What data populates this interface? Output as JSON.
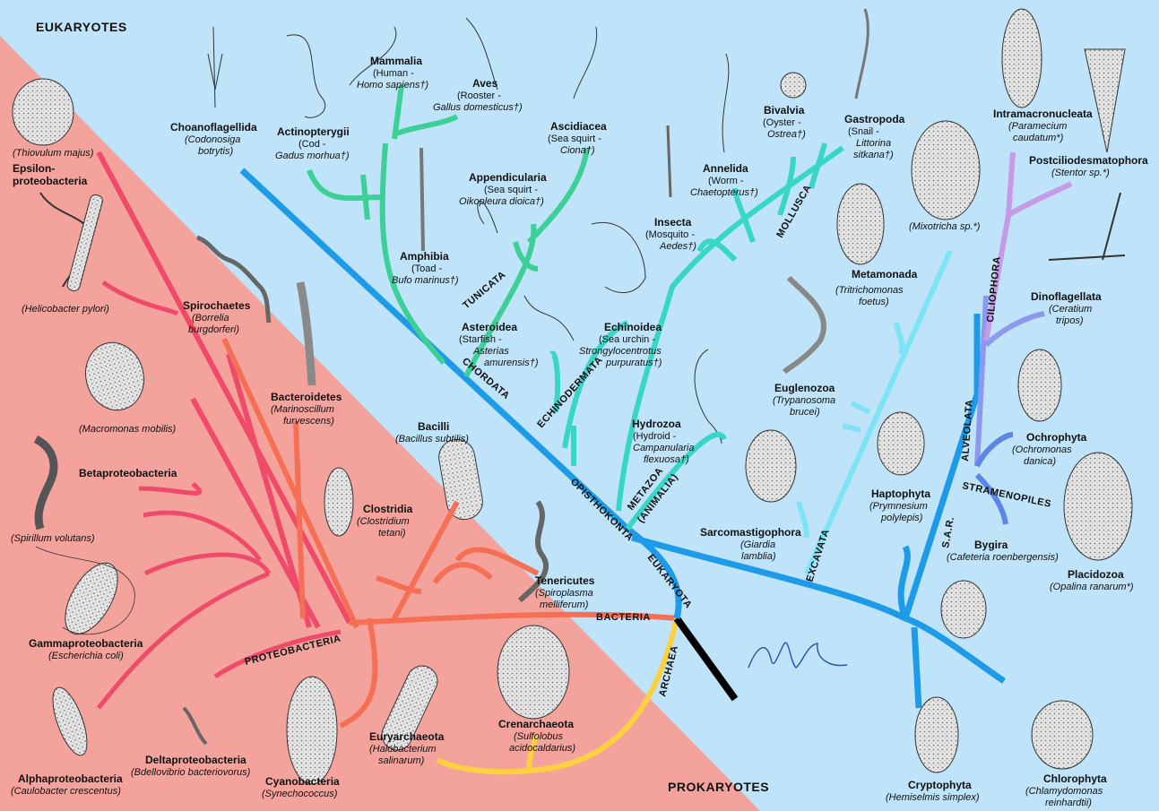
{
  "domains": {
    "eukaryotes": "EUKARYOTES",
    "prokaryotes": "PROKARYOTES"
  },
  "colors": {
    "eukaryote_bg": "#bfe3f8",
    "prokaryote_bg": "#f3a39c",
    "proteobacteria": "#ef4a6a",
    "bacteria": "#f56f55",
    "archaea": "#fcd03e",
    "root": "#000000",
    "eukaryota": "#1e9be8",
    "chordata": "#3ccf96",
    "metazoa": "#38d6c6",
    "excavata": "#7ee3f7",
    "alveolata": "#8c99ee",
    "ciliophora": "#c69ae8",
    "stramenopiles": "#5b86e6",
    "signature": "#2455a8"
  },
  "clades": {
    "proteobacteria": "PROTEOBACTERIA",
    "bacteria": "BACTERIA",
    "archaea": "ARCHAEA",
    "eukaryota": "EUKARYOTA",
    "opisthokonta": "OPISTHOKONTA",
    "metazoa_1": "METAZOA",
    "metazoa_2": "(ANIMALIA)",
    "chordata": "CHORDATA",
    "tunicata": "TUNICATA",
    "echinodermata": "ECHINODERMATA",
    "mollusca": "MOLLUSCA",
    "excavata": "EXCAVATA",
    "sar": "S.A.R.",
    "alveolata": "ALVEOLATA",
    "ciliophora": "CILIOPHORA",
    "stramenopiles": "STRAMENOPILES"
  },
  "prokaryote_taxa": {
    "thiovulum": {
      "species": "(Thiovulum majus)"
    },
    "epsilon": {
      "name_1": "Epsilon-",
      "name_2": "proteobacteria"
    },
    "helicobacter": {
      "species": "(Helicobacter pylori)"
    },
    "spirochaetes": {
      "name": "Spirochaetes",
      "species_1": "(Borrelia",
      "species_2": "burgdorferi)"
    },
    "macromonas": {
      "species": "(Macromonas mobilis)"
    },
    "bacteroidetes": {
      "name": "Bacteroidetes",
      "species_1": "(Marinoscillum",
      "species_2": "furvescens)"
    },
    "bacilli": {
      "name": "Bacilli",
      "species": "(Bacillus subtilis)"
    },
    "betaproteo": {
      "name": "Betaproteobacteria"
    },
    "spirillum": {
      "species": "(Spirillum volutans)"
    },
    "clostridia": {
      "name": "Clostridia",
      "species_1": "(Clostridium",
      "species_2": "tetani)"
    },
    "tenericutes": {
      "name": "Tenericutes",
      "species_1": "(Spiroplasma",
      "species_2": "melliferum)"
    },
    "gammaproteo": {
      "name": "Gammaproteobacteria",
      "species": "(Escherichia coli)"
    },
    "deltaproteo": {
      "name": "Deltaproteobacteria",
      "species": "(Bdellovibrio bacteriovorus)"
    },
    "alphaproteo": {
      "name": "Alphaproteobacteria",
      "species": "(Caulobacter crescentus)"
    },
    "cyanobacteria": {
      "name": "Cyanobacteria",
      "species": "(Synechococcus)"
    },
    "euryarchaeota": {
      "name": "Euryarchaeota",
      "species_1": "(Halobacterium",
      "species_2": "salinarum)"
    },
    "crenarchaeota": {
      "name": "Crenarchaeota",
      "species_1": "(Sulfolobus",
      "species_2": "acidocaldarius)"
    }
  },
  "eukaryote_taxa": {
    "choanoflagellida": {
      "name": "Choanoflagellida",
      "species_1": "(Codonosiga",
      "species_2": "botrytis)"
    },
    "actinopterygii": {
      "name": "Actinopterygii",
      "common": "(Cod -",
      "species": "Gadus morhua†)"
    },
    "mammalia": {
      "name": "Mammalia",
      "common": "(Human -",
      "species": "Homo sapiens†)"
    },
    "aves": {
      "name": "Aves",
      "common": "(Rooster -",
      "species": "Gallus domesticus†)"
    },
    "ascidiacea": {
      "name": "Ascidiacea",
      "common": "(Sea squirt -",
      "species": "Ciona†)"
    },
    "appendicularia": {
      "name": "Appendicularia",
      "common": "(Sea squirt -",
      "species": "Oikopleura dioica†)"
    },
    "amphibia": {
      "name": "Amphibia",
      "common": "(Toad -",
      "species": "Bufo marinus†)"
    },
    "asteroidea": {
      "name": "Asteroidea",
      "common": "(Starfish -",
      "species_1": "Asterias",
      "species_2": "amurensis†)"
    },
    "echinoidea": {
      "name": "Echinoidea",
      "common": "(Sea urchin -",
      "species_1": "Strongylocentrotus",
      "species_2": "purpuratus†)"
    },
    "insecta": {
      "name": "Insecta",
      "common": "(Mosquito -",
      "species": "Aedes†)"
    },
    "annelida": {
      "name": "Annelida",
      "common": "(Worm -",
      "species": "Chaetopterus†)"
    },
    "bivalvia": {
      "name": "Bivalvia",
      "common": "(Oyster -",
      "species": "Ostrea†)"
    },
    "gastropoda": {
      "name": "Gastropoda",
      "common": "(Snail -",
      "species_1": "Littorina",
      "species_2": "sitkana†)"
    },
    "hydrozoa": {
      "name": "Hydrozoa",
      "common": "(Hydroid -",
      "species_1": "Campanularia",
      "species_2": "flexuosa†)"
    },
    "mixotricha": {
      "species": "(Mixotricha sp.*)"
    },
    "metamonada": {
      "name": "Metamonada",
      "species_1": "(Tritrichomonas",
      "species_2": "foetus)"
    },
    "euglenozoa": {
      "name": "Euglenozoa",
      "species_1": "(Trypanosoma",
      "species_2": "brucei)"
    },
    "sarcomastigophora": {
      "name": "Sarcomastigophora",
      "species_1": "(Giardia",
      "species_2": "lamblia)"
    },
    "haptophyta": {
      "name": "Haptophyta",
      "species_1": "(Prymnesium",
      "species_2": "polylepis)"
    },
    "intramacronucleata": {
      "name": "Intramacronucleata",
      "species_1": "(Paramecium",
      "species_2": "caudatum*)"
    },
    "postciliodesmatophora": {
      "name": "Postciliodesmatophora",
      "species": "(Stentor sp.*)"
    },
    "dinoflagellata": {
      "name": "Dinoflagellata",
      "species_1": "(Ceratium",
      "species_2": "tripos)"
    },
    "ochrophyta": {
      "name": "Ochrophyta",
      "species_1": "(Ochromonas",
      "species_2": "danica)"
    },
    "bygira": {
      "name": "Bygira",
      "species": "(Cafeteria roenbergensis)"
    },
    "placidozoa": {
      "name": "Placidozoa",
      "species": "(Opalina ranarum*)"
    },
    "cryptophyta": {
      "name": "Cryptophyta",
      "species": "(Hemiselmis simplex)"
    },
    "chlorophyta": {
      "name": "Chlorophyta",
      "species_1": "(Chlamydomonas",
      "species_2": "reinhardtii)"
    }
  }
}
